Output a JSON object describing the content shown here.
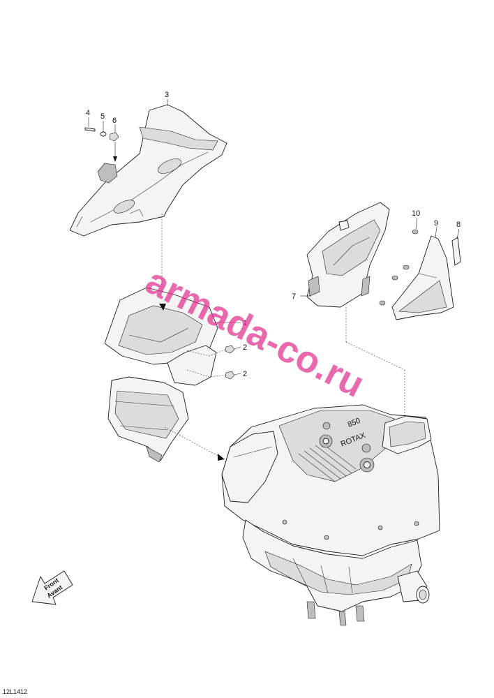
{
  "callouts": {
    "c1": "1",
    "c2a": "2",
    "c2b": "2",
    "c3": "3",
    "c4": "4",
    "c5": "5",
    "c6": "6",
    "c7": "7",
    "c8": "8",
    "c9": "9",
    "c10": "10"
  },
  "engine_text": {
    "rotax": "ROTAX",
    "model": "850"
  },
  "front_arrow": {
    "line1": "Front",
    "line2": "Avant"
  },
  "figure_ref": "12L1412",
  "watermark": "armada-co.ru",
  "colors": {
    "watermark": "#e0308c",
    "line": "#1a1a1a",
    "fill": "#f4f4f4"
  }
}
